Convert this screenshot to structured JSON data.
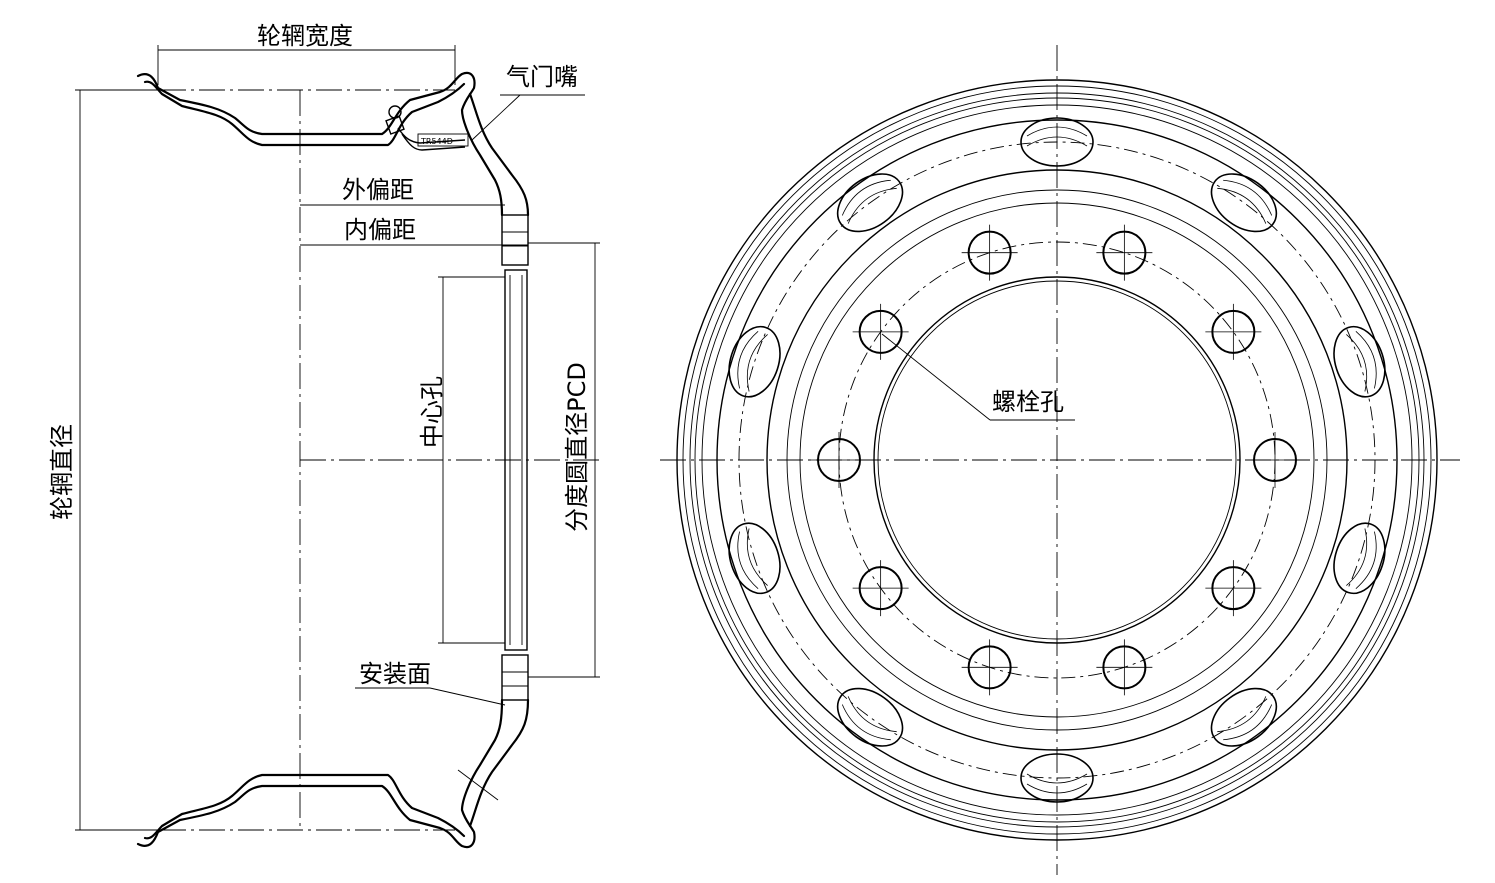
{
  "labels": {
    "rim_width": "轮辋宽度",
    "valve": "气门嘴",
    "valve_code": "TR544D",
    "outer_offset": "外偏距",
    "inner_offset": "内偏距",
    "center_bore": "中心孔",
    "pcd": "分度圆直径PCD",
    "rim_diameter": "轮辋直径",
    "mounting_face": "安装面",
    "bolt_hole": "螺栓孔"
  },
  "front_view": {
    "bolt_hole_count": 10,
    "vent_hole_count": 10
  }
}
